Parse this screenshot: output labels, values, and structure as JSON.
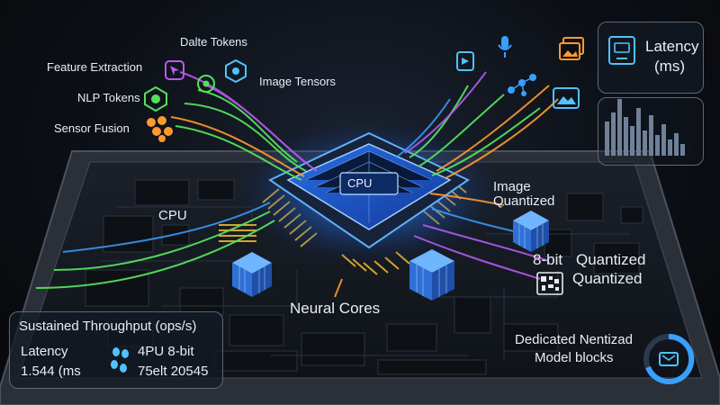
{
  "labels": {
    "dalte_tokens": "Dalte Tokens",
    "feature_extraction": "Feature Extraction",
    "nlp_tokens": "NLP Tokens",
    "sensor_fusion": "Sensor Fusion",
    "image_tensors": "Image Tensors",
    "cpu_side": "CPU",
    "cpu_chip": "CPU",
    "image_quantized_1": "Image",
    "image_quantized_2": "Quantized",
    "bit_label": "8-bit",
    "quantized_1": "Quantized",
    "quantized_2": "Quantized",
    "neural_cores": "Neural Cores",
    "dedicated_1": "Dedicated Nentizad",
    "dedicated_2": "Model blocks"
  },
  "latency_panel": {
    "title_1": "Latency",
    "title_2": "(ms)"
  },
  "throughput_panel": {
    "title": "Sustained Throughput (ops/s)",
    "latency_label": "Latency",
    "latency_value": "1.544 (ms",
    "unit_line": "4PU 8-bit",
    "value_line": "75elt 20545"
  },
  "colors": {
    "green": "#55e05a",
    "purple": "#b45cf0",
    "orange": "#ff9a2e",
    "blue": "#39a0ff",
    "cyan": "#4fc3ff"
  },
  "icons": [
    "purple-arrow-icon",
    "green-cloud-icon",
    "cyan-hexagon-icon",
    "green-hexagon-icon",
    "orange-cluster-icon",
    "document-icon",
    "microphone-icon",
    "image-stack-icon",
    "network-icon",
    "image-monitor-icon",
    "gauge-icon"
  ]
}
